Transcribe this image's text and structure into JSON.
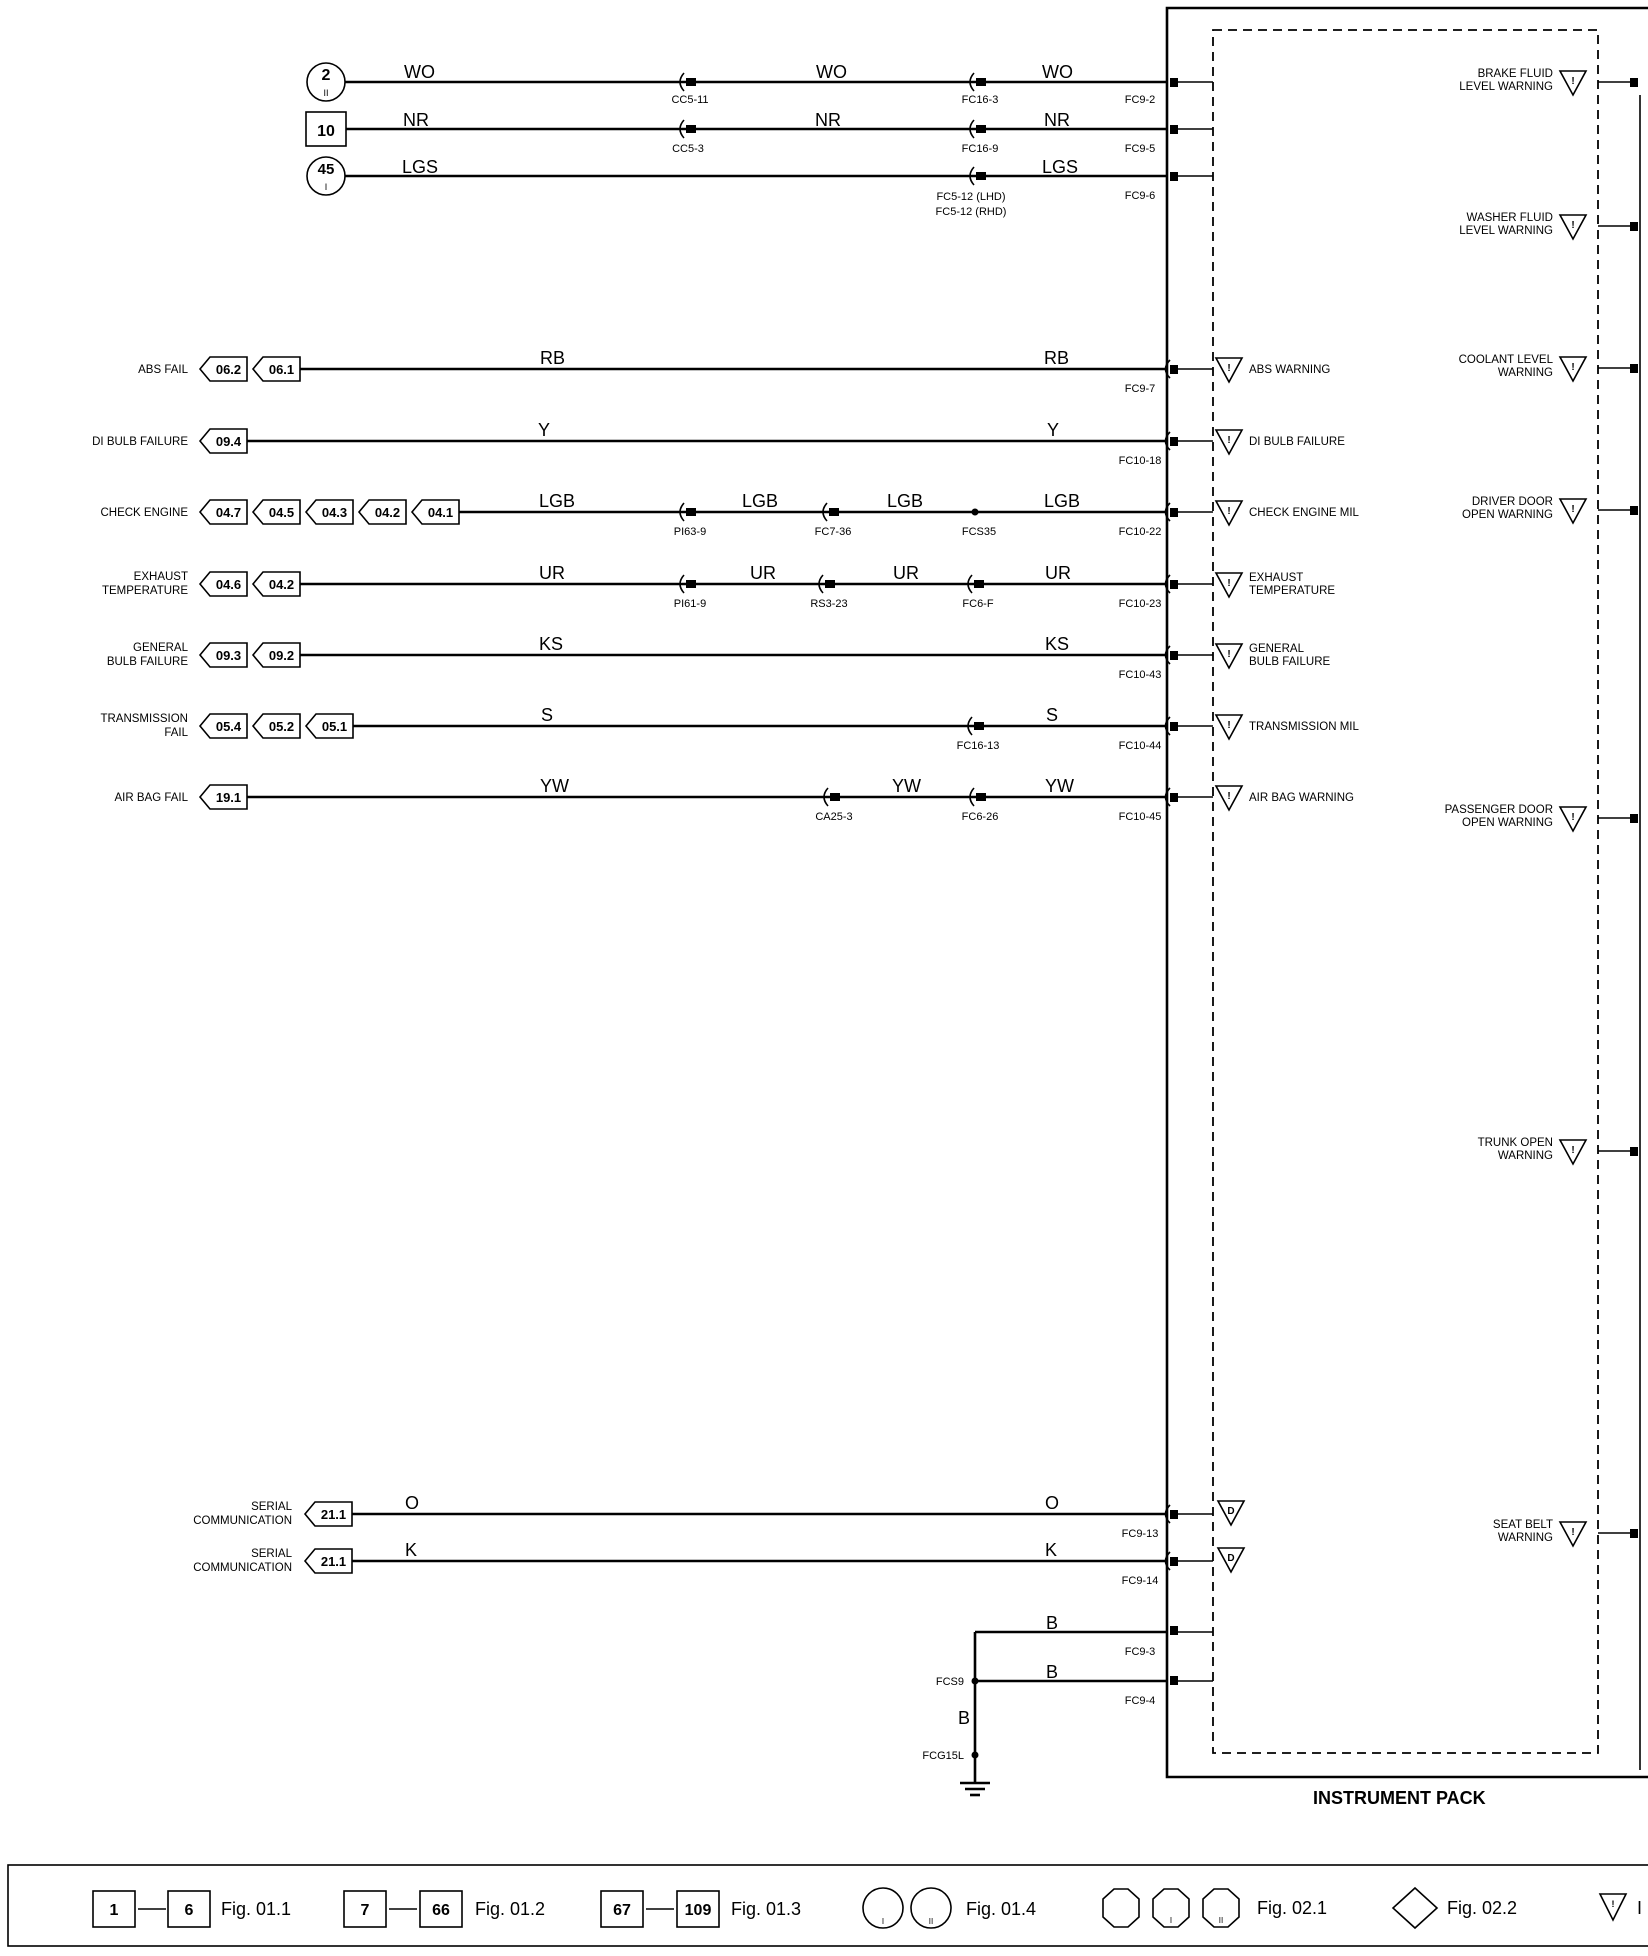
{
  "power_feeds": [
    {
      "ref": "2",
      "sub": "II",
      "shape": "circle",
      "wire_segments": [
        "WO",
        "WO",
        "WO"
      ],
      "connectors": [
        "CC5-11",
        "FC16-3"
      ],
      "pin": "FC9-2"
    },
    {
      "ref": "10",
      "sub": "",
      "shape": "square",
      "wire_segments": [
        "NR",
        "NR",
        "NR"
      ],
      "connectors": [
        "CC5-3",
        "FC16-9"
      ],
      "pin": "FC9-5"
    },
    {
      "ref": "45",
      "sub": "I",
      "shape": "circle",
      "wire_segments": [
        "LGS",
        "LGS"
      ],
      "connectors": [
        "FC5-12 (LHD)",
        "FC5-12 (RHD)"
      ],
      "pin": "FC9-6"
    }
  ],
  "signals": [
    {
      "name_lines": [
        "ABS FAIL"
      ],
      "refs": [
        "06.2",
        "06.1"
      ],
      "wire_segments": [
        "RB",
        "RB"
      ],
      "connectors": [],
      "pin": "FC9-7",
      "pack_lines": [
        "ABS WARNING"
      ]
    },
    {
      "name_lines": [
        "DI BULB FAILURE"
      ],
      "refs": [
        "09.4"
      ],
      "wire_segments": [
        "Y",
        "Y"
      ],
      "connectors": [],
      "pin": "FC10-18",
      "pack_lines": [
        "DI BULB FAILURE"
      ]
    },
    {
      "name_lines": [
        "CHECK ENGINE"
      ],
      "refs": [
        "04.7",
        "04.5",
        "04.3",
        "04.2",
        "04.1"
      ],
      "wire_segments": [
        "LGB",
        "LGB",
        "LGB",
        "LGB"
      ],
      "connectors": [
        "PI63-9",
        "FC7-36",
        "FCS35"
      ],
      "pin": "FC10-22",
      "pack_lines": [
        "CHECK ENGINE MIL"
      ]
    },
    {
      "name_lines": [
        "EXHAUST",
        "TEMPERATURE"
      ],
      "refs": [
        "04.6",
        "04.2"
      ],
      "wire_segments": [
        "UR",
        "UR",
        "UR",
        "UR"
      ],
      "connectors": [
        "PI61-9",
        "RS3-23",
        "FC6-F"
      ],
      "pin": "FC10-23",
      "pack_lines": [
        "EXHAUST",
        "TEMPERATURE"
      ]
    },
    {
      "name_lines": [
        "GENERAL",
        "BULB FAILURE"
      ],
      "refs": [
        "09.3",
        "09.2"
      ],
      "wire_segments": [
        "KS",
        "KS"
      ],
      "connectors": [],
      "pin": "FC10-43",
      "pack_lines": [
        "GENERAL",
        "BULB FAILURE"
      ]
    },
    {
      "name_lines": [
        "TRANSMISSION",
        "FAIL"
      ],
      "refs": [
        "05.4",
        "05.2",
        "05.1"
      ],
      "wire_segments": [
        "S",
        "S"
      ],
      "connectors": [
        "FC16-13"
      ],
      "pin": "FC10-44",
      "pack_lines": [
        "TRANSMISSION MIL"
      ]
    },
    {
      "name_lines": [
        "AIR BAG FAIL"
      ],
      "refs": [
        "19.1"
      ],
      "wire_segments": [
        "YW",
        "YW",
        "YW"
      ],
      "connectors": [
        "CA25-3",
        "FC6-26"
      ],
      "pin": "FC10-45",
      "pack_lines": [
        "AIR BAG WARNING"
      ]
    }
  ],
  "serial": [
    {
      "name_lines": [
        "SERIAL",
        "COMMUNICATION"
      ],
      "ref": "21.1",
      "wire_segments": [
        "O",
        "O"
      ],
      "pin": "FC9-13",
      "symbol": "D"
    },
    {
      "name_lines": [
        "SERIAL",
        "COMMUNICATION"
      ],
      "ref": "21.1",
      "wire_segments": [
        "K",
        "K"
      ],
      "pin": "FC9-14",
      "symbol": "D"
    }
  ],
  "ground": {
    "wire": "B",
    "pins": [
      "FC9-3",
      "FC9-4"
    ],
    "splice": "FCS9",
    "ground_point": "FCG15L"
  },
  "pack_right_labels": [
    [
      "BRAKE FLUID",
      "LEVEL WARNING"
    ],
    [
      "WASHER FLUID",
      "LEVEL WARNING"
    ],
    [
      "COOLANT LEVEL",
      "WARNING"
    ],
    [
      "DRIVER DOOR",
      "OPEN WARNING"
    ],
    [
      "PASSENGER DOOR",
      "OPEN WARNING"
    ],
    [
      "TRUNK OPEN",
      "WARNING"
    ],
    [
      "SEAT BELT",
      "WARNING"
    ]
  ],
  "warning_symbol_glyph": "!",
  "serial_symbol_glyph": "D",
  "component_title": "INSTRUMENT PACK",
  "legend": {
    "g1": {
      "from": "1",
      "to": "6",
      "fig": "Fig. 01.1"
    },
    "g2": {
      "from": "7",
      "to": "66",
      "fig": "Fig. 01.2"
    },
    "g3": {
      "from": "67",
      "to": "109",
      "fig": "Fig. 01.3"
    },
    "g4": {
      "sub_a": "I",
      "sub_b": "II",
      "fig": "Fig. 01.4"
    },
    "g5": {
      "sub_a": "I",
      "sub_b": "II",
      "fig": "Fig. 02.1"
    },
    "g6": {
      "fig": "Fig. 02.2"
    },
    "g7": {
      "fig": "I"
    }
  }
}
